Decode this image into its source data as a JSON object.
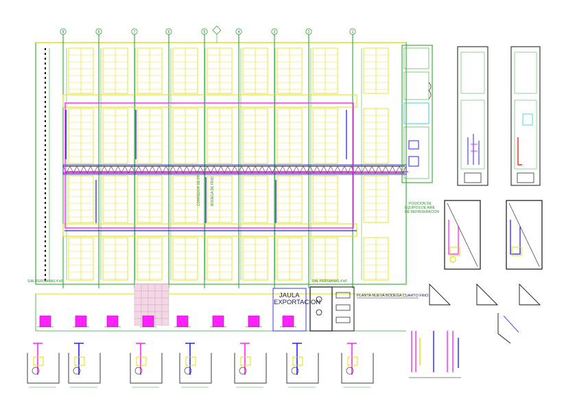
{
  "labels": {
    "jaula": "JAULA",
    "exportacion": "EXPORTACION",
    "planta_title": "PLANTA NUEVA BODEGA CUARTO FRIO",
    "corredor_1": "CORREDOR DE FRIO",
    "corredor_2": "BODEGA DE FRIO",
    "puerta_left": "SIAL PERSIANAS 4'x8'",
    "puerta_right": "SIAL PERSIANAS 4'x8'",
    "posicion_l1": "POSICION DE",
    "posicion_l2": "EQUIPOS DE AIRE",
    "posicion_l3": "DE REFRIGERACION"
  },
  "axes": [
    "8",
    "9",
    "7",
    "6",
    "5",
    "4",
    "3",
    "2",
    "1"
  ],
  "colors": {
    "yellow": "#e0e000",
    "green": "#2ea82e",
    "magenta": "#ff22ff",
    "blue": "#2222ff",
    "red": "#ff2020",
    "cyan": "#20d0d0",
    "dark": "#3a3a3a"
  }
}
